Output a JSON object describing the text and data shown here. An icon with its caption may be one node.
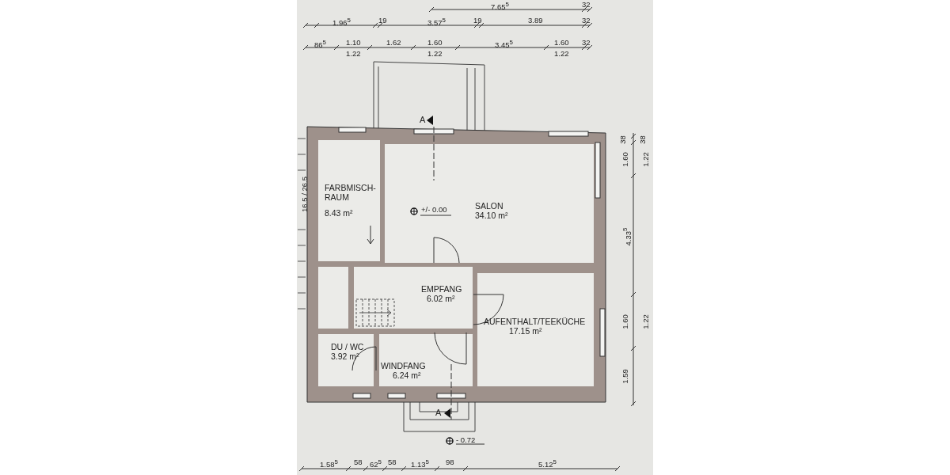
{
  "diagram": {
    "nodes": [
      {
        "text": [
          "FARBMISCH-RAUM",
          "8.43 m²"
        ]
      },
      {
        "text": [
          "SALON",
          "34.10 m²"
        ]
      },
      {
        "text": [
          "EMPFANG",
          "6.02 m²"
        ]
      },
      {
        "text": [
          "AUFENTHALT/TEEKÜCHE",
          "17.15 m²"
        ]
      },
      {
        "text": [
          "DU / WC",
          "3.92 m²"
        ]
      },
      {
        "text": [
          "WINDFANG",
          "6.24 m²"
        ]
      },
      {
        "text": [],
        "shape": "box"
      }
    ],
    "labels": [
      "7.65$^{5}$",
      "32",
      "1.96$^{5}$",
      "19",
      "3.57$^{5}$",
      "19",
      "3.89",
      "32",
      "86$^{5}$",
      "1.10",
      "1.22",
      "1.62",
      "1.60",
      "1.22",
      "3.45$^{5}$",
      "1.60",
      "1.22",
      "32",
      "A",
      "38",
      "38",
      "1.60",
      "1.22",
      "4.33$^{5}$",
      "1.60",
      "1.22",
      "1.59",
      "16.5 / 26.5",
      "+/- 0.00",
      "A",
      "- 0.72",
      "1.58$^{5}$",
      "58",
      "62$^{5}$",
      "58",
      "1.13$^{5}$",
      "98",
      "5.12$^{5}$"
    ]
  }
}
